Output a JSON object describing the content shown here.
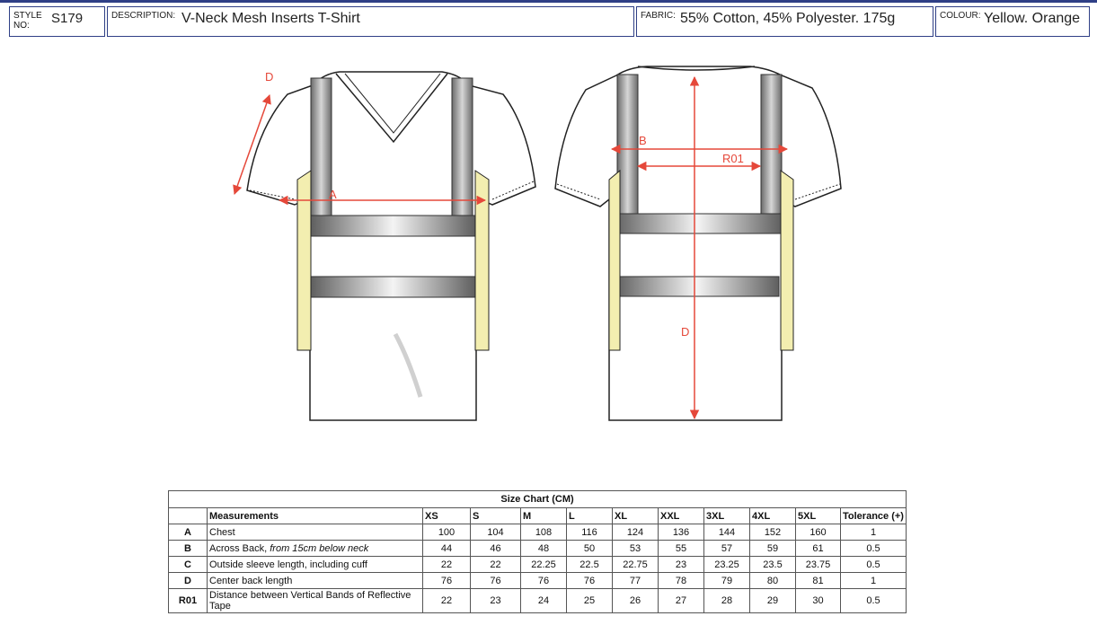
{
  "header": {
    "style_label": "STYLE NO:",
    "style_value": "S179",
    "description_label": "DESCRIPTION:",
    "description_value": "V-Neck Mesh Inserts T-Shirt",
    "fabric_label": "FABRIC:",
    "fabric_value": "55% Cotton, 45% Polyester.  175g",
    "colour_label": "COLOUR:",
    "colour_value": "Yellow. Orange"
  },
  "sketch_labels": {
    "front_d": "D",
    "front_a": "A",
    "back_b": "B",
    "back_r01": "R01",
    "back_d": "D"
  },
  "size_chart": {
    "title": "Size Chart (CM)",
    "measurements_header": "Measurements",
    "sizes": [
      "XS",
      "S",
      "M",
      "L",
      "XL",
      "XXL",
      "3XL",
      "4XL",
      "5XL"
    ],
    "tolerance_header": "Tolerance (+)",
    "rows": [
      {
        "code": "A",
        "name": "Chest",
        "note": "",
        "values": [
          "100",
          "104",
          "108",
          "116",
          "124",
          "136",
          "144",
          "152",
          "160"
        ],
        "tolerance": "1"
      },
      {
        "code": "B",
        "name": "Across Back, ",
        "note": "from 15cm below neck",
        "values": [
          "44",
          "46",
          "48",
          "50",
          "53",
          "55",
          "57",
          "59",
          "61"
        ],
        "tolerance": "0.5"
      },
      {
        "code": "C",
        "name": "Outside sleeve length, including cuff",
        "note": "",
        "values": [
          "22",
          "22",
          "22.25",
          "22.5",
          "22.75",
          "23",
          "23.25",
          "23.5",
          "23.75"
        ],
        "tolerance": "0.5"
      },
      {
        "code": "D",
        "name": "Center back length",
        "note": "",
        "values": [
          "76",
          "76",
          "76",
          "76",
          "77",
          "78",
          "79",
          "80",
          "81"
        ],
        "tolerance": "1"
      },
      {
        "code": "R01",
        "name": "Distance between Vertical Bands of Reflective Tape",
        "note": "",
        "values": [
          "22",
          "23",
          "24",
          "25",
          "26",
          "27",
          "28",
          "29",
          "30"
        ],
        "tolerance": "0.5"
      }
    ]
  },
  "colors": {
    "border": "#2f3f86",
    "dimension": "#e5483a",
    "tape": "#8a8a8a",
    "mesh": "#f3eeb0"
  }
}
